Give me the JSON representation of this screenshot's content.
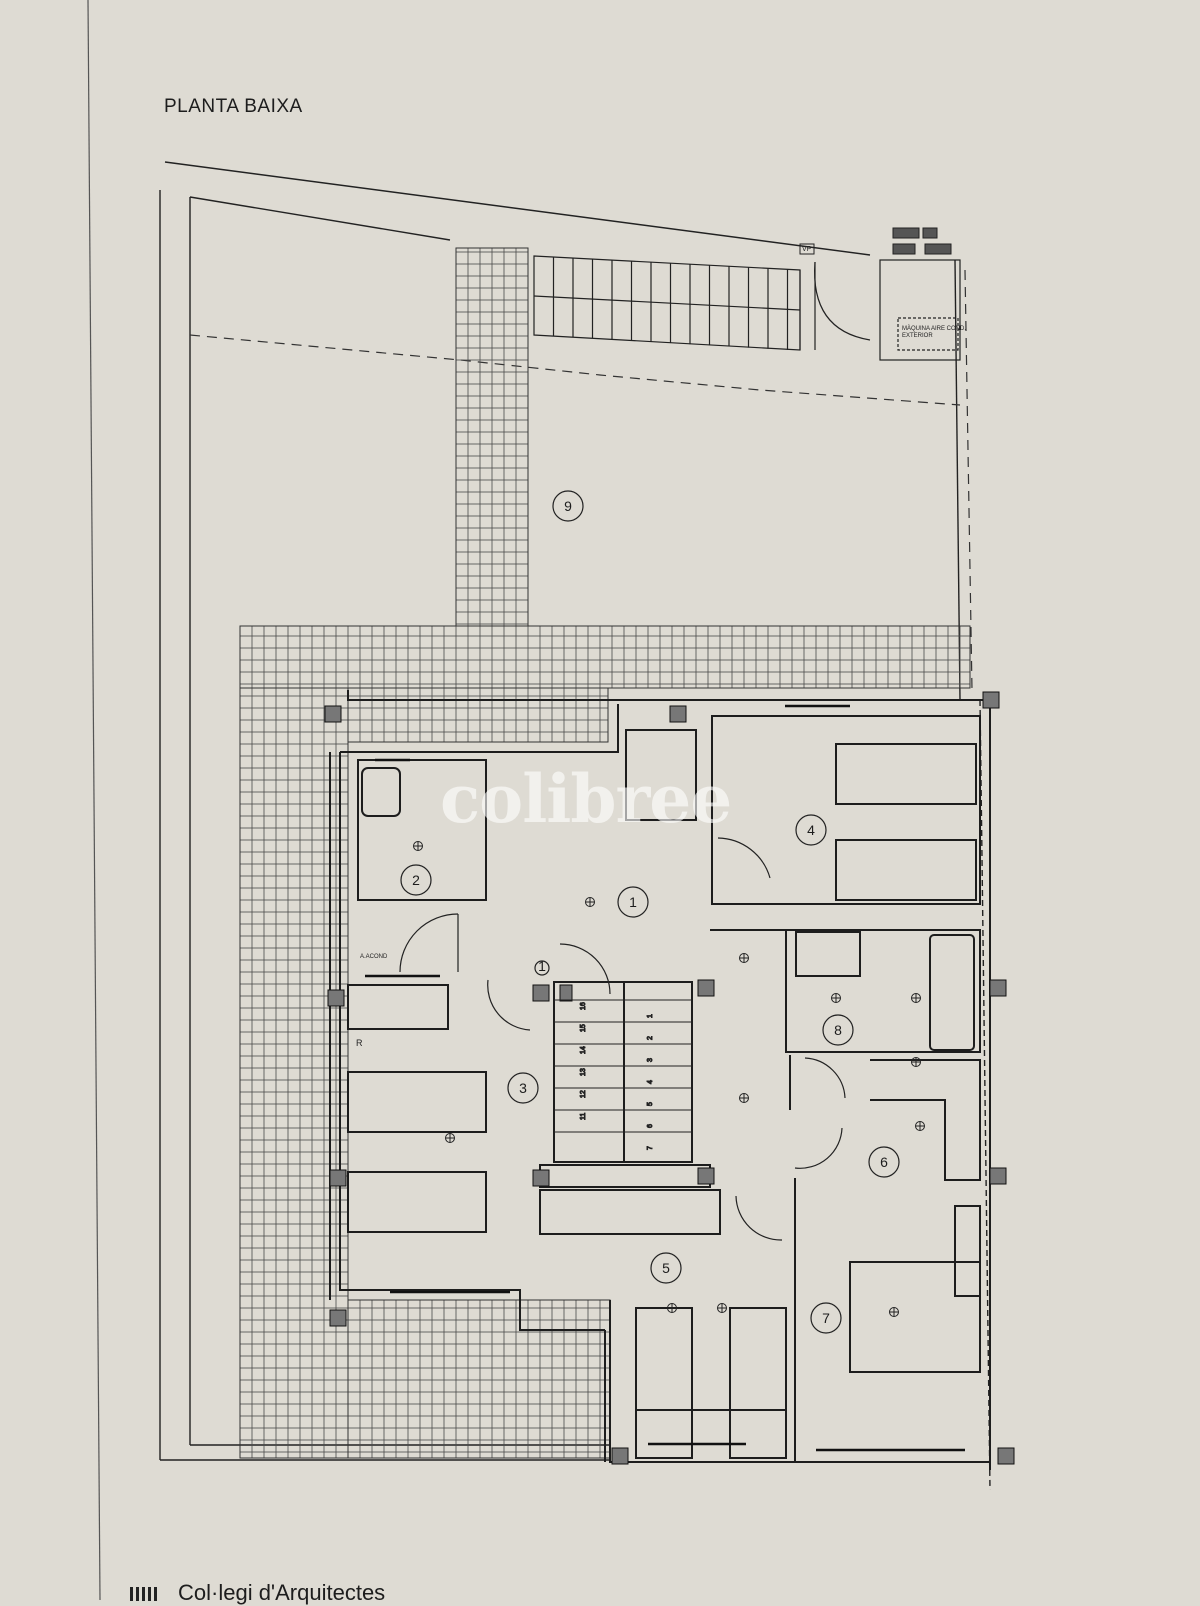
{
  "drawing": {
    "title": "PLANTA BAIXA",
    "footer": "Col·legi d'Arquitectes",
    "watermark": "colibree",
    "equipment_note": "MÀQUINA AIRE COND. EXTERIOR",
    "aacond_label": "A.ACOND",
    "vp_label": "VP",
    "r_label": "R",
    "stair_steps": [
      "16",
      "15",
      "14",
      "13",
      "12",
      "11",
      "1",
      "2",
      "3",
      "4",
      "5",
      "6",
      "7"
    ]
  },
  "rooms": [
    {
      "id": "room-1",
      "label": "1"
    },
    {
      "id": "room-2",
      "label": "2"
    },
    {
      "id": "room-3",
      "label": "3"
    },
    {
      "id": "room-4",
      "label": "4"
    },
    {
      "id": "room-5",
      "label": "5"
    },
    {
      "id": "room-6",
      "label": "6"
    },
    {
      "id": "room-7",
      "label": "7"
    },
    {
      "id": "room-8",
      "label": "8"
    },
    {
      "id": "room-9",
      "label": "9"
    },
    {
      "id": "room-1-stair",
      "label": "1"
    }
  ]
}
